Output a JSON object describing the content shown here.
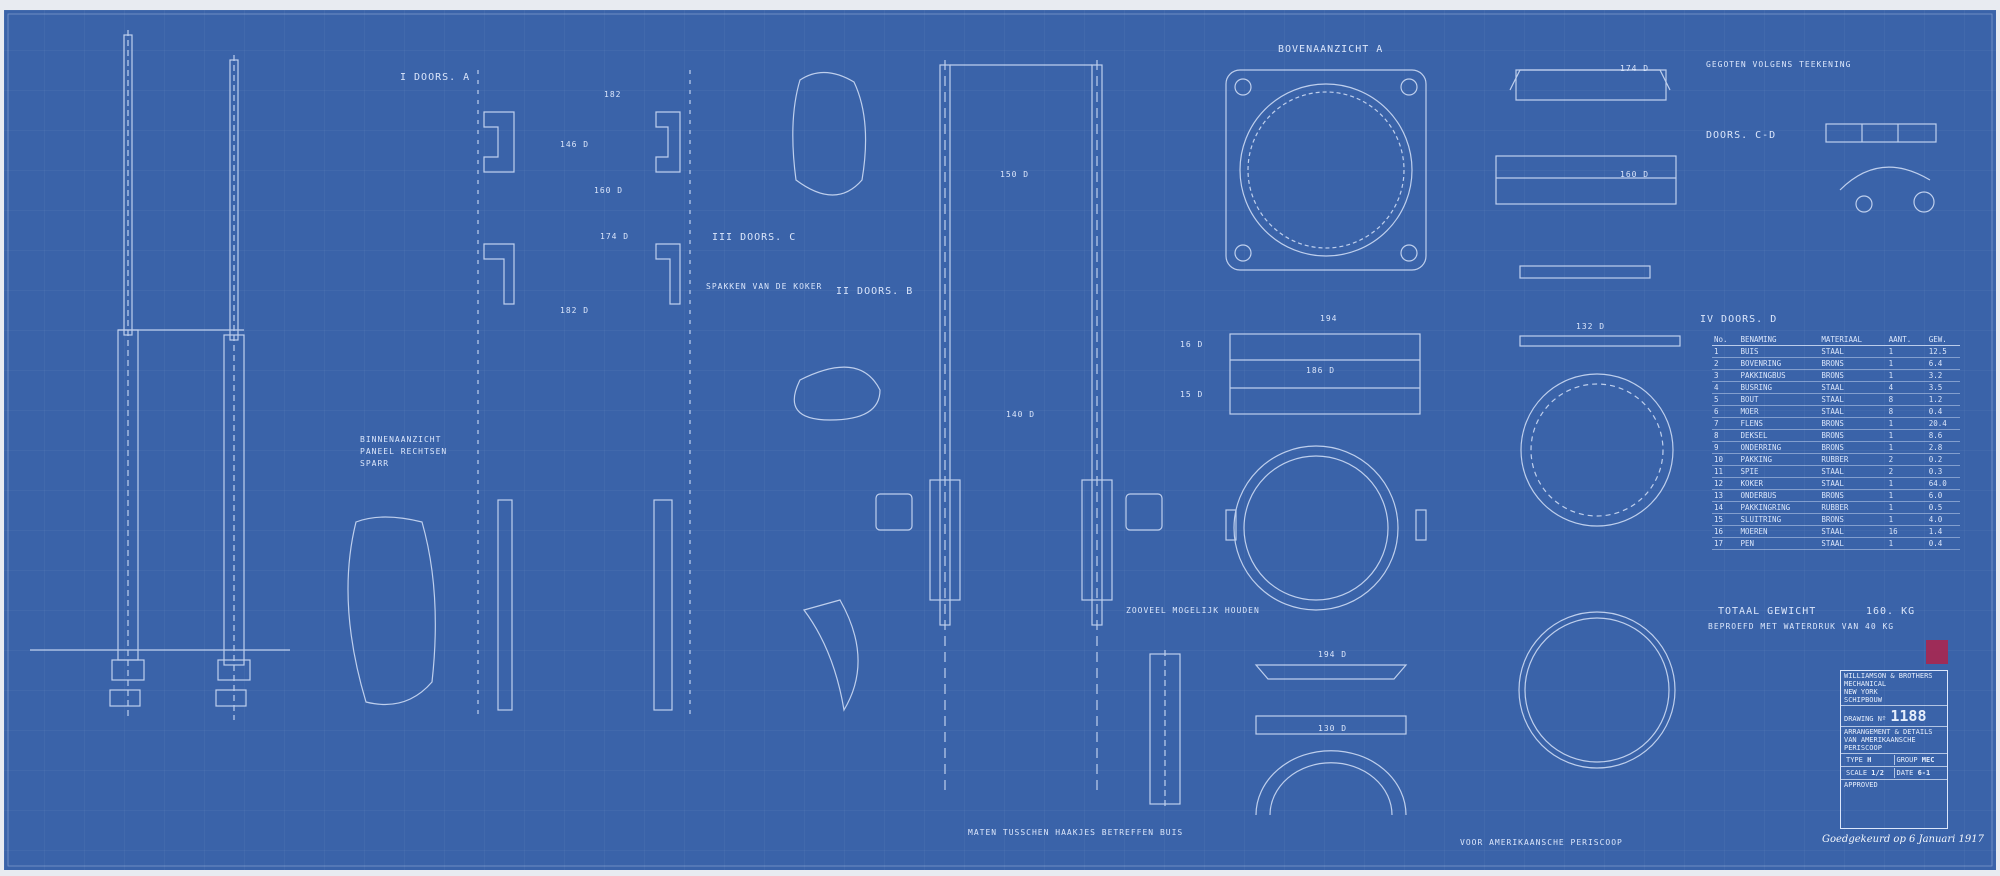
{
  "drawing": {
    "company_lines": [
      "WILLIAMSON & BROTHERS",
      "MECHANICAL",
      "NEW YORK",
      "SCHIPBOUW"
    ],
    "drawing_no_label": "DRAWING Nº",
    "drawing_no": "1188",
    "description_lines": [
      "ARRANGEMENT & DETAILS",
      "VAN AMERIKAANSCHE",
      "PERISCOOP"
    ],
    "type_label": "TYPE",
    "type_value": "H",
    "group_label": "GROUP",
    "group_value": "MEC",
    "scale_label": "SCALE",
    "scale_value": "1/2",
    "date_label": "DATE",
    "date_value": "6-1",
    "approved_label": "APPROVED",
    "signature": "Goedgekeurd op 6 Januari 1917"
  },
  "views": {
    "aanzicht": "BOVENAANZICHT A",
    "snede_a": "I DOORS. A",
    "snede_ii": "II DOORS. B",
    "snede_iii": "III DOORS. C",
    "snede_iv": "IV DOORS. D",
    "doorsnede_cd": "DOORS. C-D",
    "kanelarij": "BINNENAANZICHT PANEEL RECHTSEN SPARR",
    "beproeving": "BEPROEFD MET WATERDRUK VAN 40 KG",
    "gewicht_label": "TOTAAL GEWICHT",
    "gewicht_value": "160. KG",
    "note_top_right": "GEGOTEN VOLGENS TEEKENING",
    "note_bottom_1": "MATEN TUSSCHEN HAAKJES BETREFFEN BUIS",
    "note_bottom_2": "VOOR AMERIKAANSCHE PERISCOOP",
    "note_middle": "ZOOVEEL MOGELIJK HOUDEN",
    "note_left": "SPAKKEN VAN DE KOKER"
  },
  "dims": {
    "d1": "182",
    "d2": "146 D",
    "d3": "160 D",
    "d4": "174 D",
    "d5": "182 D",
    "d6": "194",
    "d7": "186 D",
    "d8": "150 D",
    "d9": "140 D",
    "d10": "174 D",
    "d11": "160 D",
    "d12": "130 D",
    "d13": "194 D",
    "d14": "132 D",
    "d15": "16 D",
    "d16": "15 D"
  },
  "parts_table": {
    "headers": [
      "No.",
      "BENAMING",
      "MATERIAAL",
      "AANT.",
      "GEW."
    ],
    "rows": [
      [
        "1",
        "BUIS",
        "STAAL",
        "1",
        "12.5"
      ],
      [
        "2",
        "BOVENRING",
        "BRONS",
        "1",
        "6.4"
      ],
      [
        "3",
        "PAKKINGBUS",
        "BRONS",
        "1",
        "3.2"
      ],
      [
        "4",
        "BUSRING",
        "STAAL",
        "4",
        "3.5"
      ],
      [
        "5",
        "BOUT",
        "STAAL",
        "8",
        "1.2"
      ],
      [
        "6",
        "MOER",
        "STAAL",
        "8",
        "0.4"
      ],
      [
        "7",
        "FLENS",
        "BRONS",
        "1",
        "20.4"
      ],
      [
        "8",
        "DEKSEL",
        "BRONS",
        "1",
        "8.6"
      ],
      [
        "9",
        "ONDERRING",
        "BRONS",
        "1",
        "2.8"
      ],
      [
        "10",
        "PAKKING",
        "RUBBER",
        "2",
        "0.2"
      ],
      [
        "11",
        "SPIE",
        "STAAL",
        "2",
        "0.3"
      ],
      [
        "12",
        "KOKER",
        "STAAL",
        "1",
        "64.0"
      ],
      [
        "13",
        "ONDERBUS",
        "BRONS",
        "1",
        "6.0"
      ],
      [
        "14",
        "PAKKINGRING",
        "RUBBER",
        "1",
        "0.5"
      ],
      [
        "15",
        "SLUITRING",
        "BRONS",
        "1",
        "4.0"
      ],
      [
        "16",
        "MOEREN",
        "STAAL",
        "16",
        "1.4"
      ],
      [
        "17",
        "PEN",
        "STAAL",
        "1",
        "0.4"
      ]
    ]
  }
}
